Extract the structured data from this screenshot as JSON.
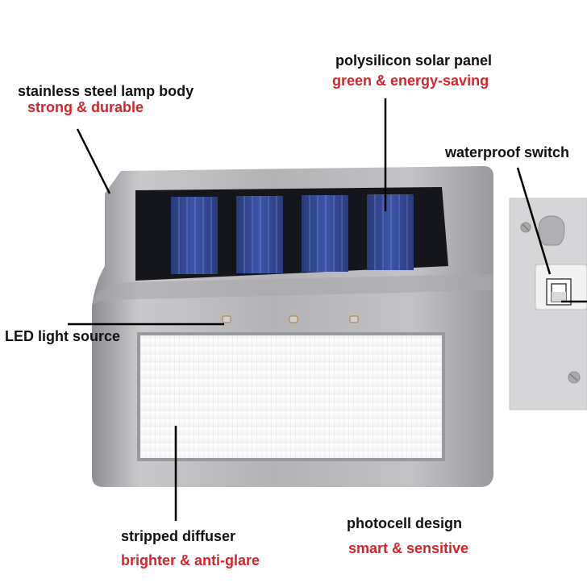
{
  "colors": {
    "label_text": "#111111",
    "accent_red": "#d3252a"
  },
  "callouts": {
    "lamp_body": {
      "title": "stainless steel lamp body",
      "subtitle": "strong & durable"
    },
    "solar_panel": {
      "title": "polysilicon solar panel",
      "subtitle": "green & energy-saving"
    },
    "switch": {
      "title": "waterproof switch"
    },
    "led": {
      "title": "LED light source"
    },
    "diffuser": {
      "title": "stripped diffuser",
      "subtitle": "brighter & anti-glare"
    },
    "photocell": {
      "title": "photocell design",
      "subtitle": "smart & sensitive"
    }
  }
}
